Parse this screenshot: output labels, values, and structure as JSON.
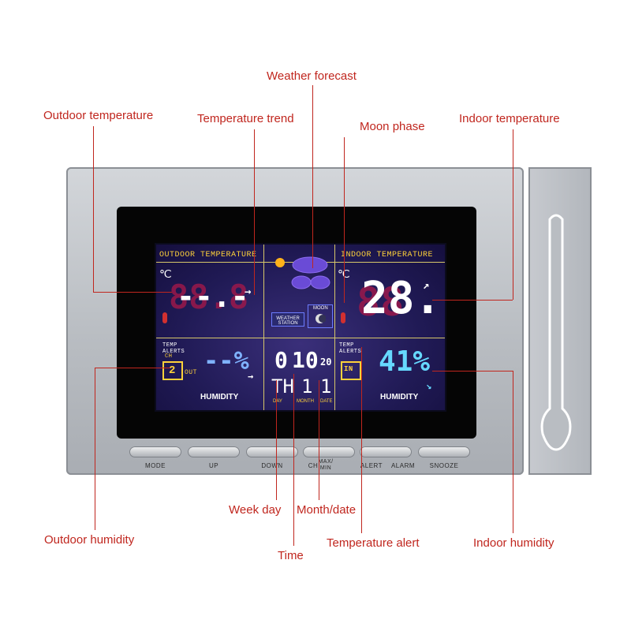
{
  "callouts": {
    "weather_forecast": "Weather forecast",
    "outdoor_temperature": "Outdoor temperature",
    "temperature_trend": "Temperature trend",
    "moon_phase": "Moon phase",
    "indoor_temperature": "Indoor temperature",
    "week_day": "Week day",
    "month_date": "Month/date",
    "outdoor_humidity": "Outdoor humidity",
    "temperature_alert": "Temperature alert",
    "indoor_humidity": "Indoor humidity",
    "time": "Time"
  },
  "display": {
    "outdoor_label": "OUTDOOR TEMPERATURE",
    "indoor_label": "INDOOR TEMPERATURE",
    "weather_station": "WEATHER STATION",
    "moon_label": "MOON",
    "outdoor_temp_value": "--.-",
    "indoor_temp_value": "28.",
    "temp_alerts": "TEMP ALERTS",
    "channel_label": "CH",
    "channel_value": "2",
    "out_label": "OUT",
    "in_label": "IN",
    "outdoor_humidity_value": "--%",
    "indoor_humidity_value": "41%",
    "humidity_label": "HUMIDITY",
    "time_hours": "0",
    "time_minutes": "10",
    "time_seconds": "20",
    "weekday_value": "TH",
    "month_value": "1",
    "date_value": "1",
    "day_label": "DAY",
    "month_label": "MONTH",
    "date_label": "DATE",
    "unit_symbol": "℃"
  },
  "buttons": [
    "MODE",
    "UP",
    "DOWN",
    "CH",
    "ALERT",
    "SNOOZE"
  ],
  "button_extra": {
    "max_min": "MAX/ MIN",
    "alarm": "ALARM"
  },
  "colors": {
    "callout": "#c0261e",
    "lcd_accent": "#ffd23a",
    "humidity_indoor": "#66d9ff"
  }
}
